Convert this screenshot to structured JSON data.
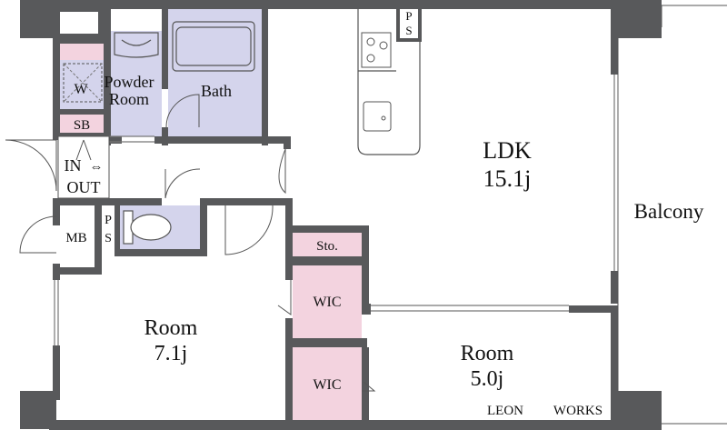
{
  "rooms": {
    "ldk": {
      "name": "LDK",
      "size": "15.1j"
    },
    "room_west": {
      "name": "Room",
      "size": "7.1j"
    },
    "room_east": {
      "name": "Room",
      "size": "5.0j"
    },
    "bath": {
      "name": "Bath"
    },
    "powder": {
      "line1": "Powder",
      "line2": "Room"
    },
    "washer": {
      "label": "W"
    },
    "shoe_box": {
      "label": "SB"
    },
    "entrance": {
      "line1": "IN",
      "arrow": "⇔",
      "line2": "OUT"
    },
    "meter_box": {
      "label": "MB"
    },
    "ps_top": {
      "line1": "P",
      "line2": "S"
    },
    "ps_left": {
      "line1": "P",
      "line2": "S"
    },
    "storage": {
      "label": "Sto."
    },
    "wic_upper": {
      "label": "WIC"
    },
    "wic_lower": {
      "label": "WIC"
    },
    "balcony": {
      "label": "Balcony"
    }
  },
  "credit": {
    "left": "LEON",
    "right": "WORKS"
  },
  "colors": {
    "wall": "#58595b",
    "wet_area": "#d4d4ec",
    "closet": "#f3d3df",
    "line": "#555555"
  }
}
